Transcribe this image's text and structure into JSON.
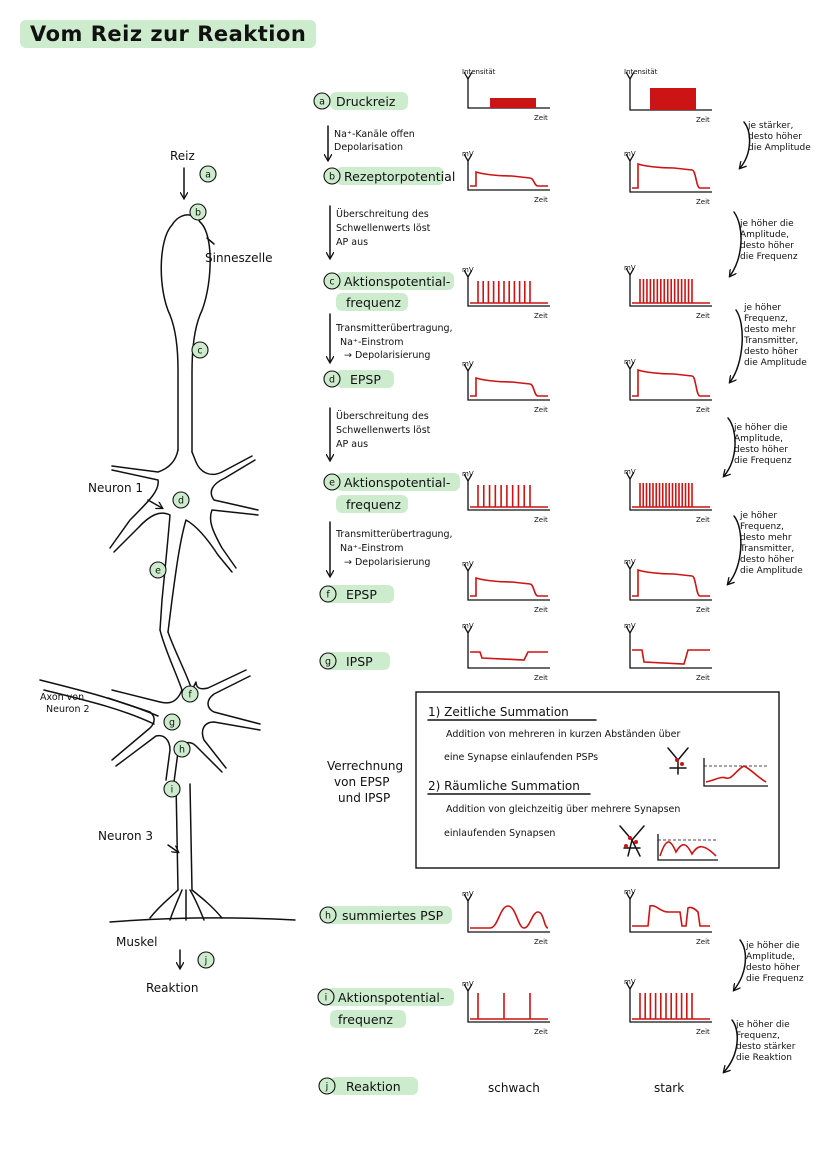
{
  "title": "Vom Reiz zur Reaktion",
  "colors": {
    "highlight": "#cdeccd",
    "signal": "#cc1414",
    "ink": "#111111"
  },
  "left_diagram": {
    "reiz": "Reiz",
    "sinneszelle": "Sinneszelle",
    "neuron1": "Neuron 1",
    "axon_line1": "Axon von",
    "axon_line2": "Neuron 2",
    "neuron3": "Neuron 3",
    "muskel": "Muskel",
    "reaktion": "Reaktion",
    "markers": [
      "a",
      "b",
      "c",
      "d",
      "e",
      "f",
      "g",
      "h",
      "i",
      "j"
    ]
  },
  "axes": {
    "intensity_left": "Intensität",
    "intensity_right": "Intensität",
    "mv": "mV",
    "zeit": "Zeit"
  },
  "steps": {
    "a": {
      "marker": "a",
      "label": "Druckreiz"
    },
    "b": {
      "marker": "b",
      "label": "Rezeptorpotential"
    },
    "c": {
      "marker": "c",
      "label_line1": "Aktionspotential-",
      "label_line2": "frequenz"
    },
    "d": {
      "marker": "d",
      "label": "EPSP"
    },
    "e": {
      "marker": "e",
      "label_line1": "Aktionspotential-",
      "label_line2": "frequenz"
    },
    "f": {
      "marker": "f",
      "label": "EPSP"
    },
    "g": {
      "marker": "g",
      "label": "IPSP"
    },
    "h": {
      "marker": "h",
      "label": "summiertes PSP"
    },
    "i": {
      "marker": "i",
      "label_line1": "Aktionspotential-",
      "label_line2": "frequenz"
    },
    "j": {
      "marker": "j",
      "label": "Reaktion"
    }
  },
  "transitions": {
    "t1": [
      "Na⁺-Kanäle offen",
      "Depolarisation"
    ],
    "t2": [
      "Überschreitung des",
      "Schwellenwerts löst",
      "AP aus"
    ],
    "t3": [
      "Transmitterübertragung,",
      "Na⁺-Einstrom",
      "→ Depolarisierung"
    ],
    "t4": [
      "Überschreitung des",
      "Schwellenwerts löst",
      "AP aus"
    ],
    "t5": [
      "Transmitterübertragung,",
      "Na⁺-Einstrom",
      "→ Depolarisierung"
    ]
  },
  "right_notes": {
    "n1": [
      "je stärker,",
      "desto höher",
      "die Amplitude"
    ],
    "n2": [
      "je höher die",
      "Amplitude,",
      "desto höher",
      "die Frequenz"
    ],
    "n3": [
      "je höher",
      "Frequenz,",
      "desto mehr",
      "Transmitter,",
      "desto höher",
      "die Amplitude"
    ],
    "n4": [
      "je höher die",
      "Amplitude,",
      "desto höher",
      "die Frequenz"
    ],
    "n5": [
      "je höher",
      "Frequenz,",
      "desto mehr",
      "Transmitter,",
      "desto höher",
      "die Amplitude"
    ],
    "n6": [
      "je höher die",
      "Amplitude,",
      "desto höher",
      "die Frequenz"
    ],
    "n7": [
      "je höher die",
      "Frequenz,",
      "desto stärker",
      "die Reaktion"
    ]
  },
  "verrechnung": [
    "Verrechnung",
    "von EPSP",
    "und IPSP"
  ],
  "summation_box": {
    "zeitlich_title": "1) Zeitliche Summation",
    "zeitlich_line1": "Addition von mehreren in kurzen Abständen über",
    "zeitlich_line2": "eine Synapse einlaufenden PSPs",
    "raeumlich_title": "2) Räumliche Summation",
    "raeumlich_line1": "Addition von gleichzeitig über mehrere Synapsen",
    "raeumlich_line2": "einlaufenden Synapsen"
  },
  "reaction": {
    "weak": "schwach",
    "strong": "stark"
  },
  "spike_counts": {
    "c_weak": 11,
    "c_strong": 16,
    "e_weak": 10,
    "e_strong": 17,
    "i_weak": 3,
    "i_strong": 11
  }
}
